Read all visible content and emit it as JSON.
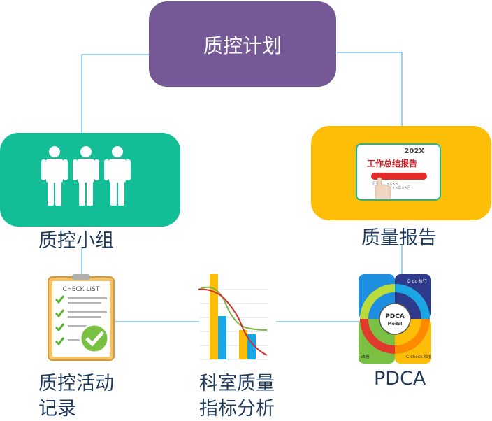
{
  "title": {
    "text": "质控计划",
    "color": "#745996"
  },
  "quality_group": {
    "label": "质控小组",
    "color": "#13be96",
    "icon": "three-people-icon"
  },
  "quality_report": {
    "label": "质量报告",
    "color": "#fdbe08",
    "thumb_year": "202X",
    "thumb_title": "工作总结报告",
    "thumb_line1": "汇报人：××××",
    "thumb_line2": "××年××月"
  },
  "checklist": {
    "label_line1": "质控活动",
    "label_line2": "记录",
    "heading": "CHECK LIST"
  },
  "analysis": {
    "label_line1": "科室质量",
    "label_line2": "指标分析"
  },
  "pdca": {
    "label": "PDCA",
    "center_line1": "PDCA",
    "center_line2": "Model",
    "do_text": "D do 执行",
    "check_text": "C check 检查",
    "act_text": "改善"
  },
  "colors": {
    "connector": "#39a6d6",
    "text": "#1f3a5a"
  }
}
